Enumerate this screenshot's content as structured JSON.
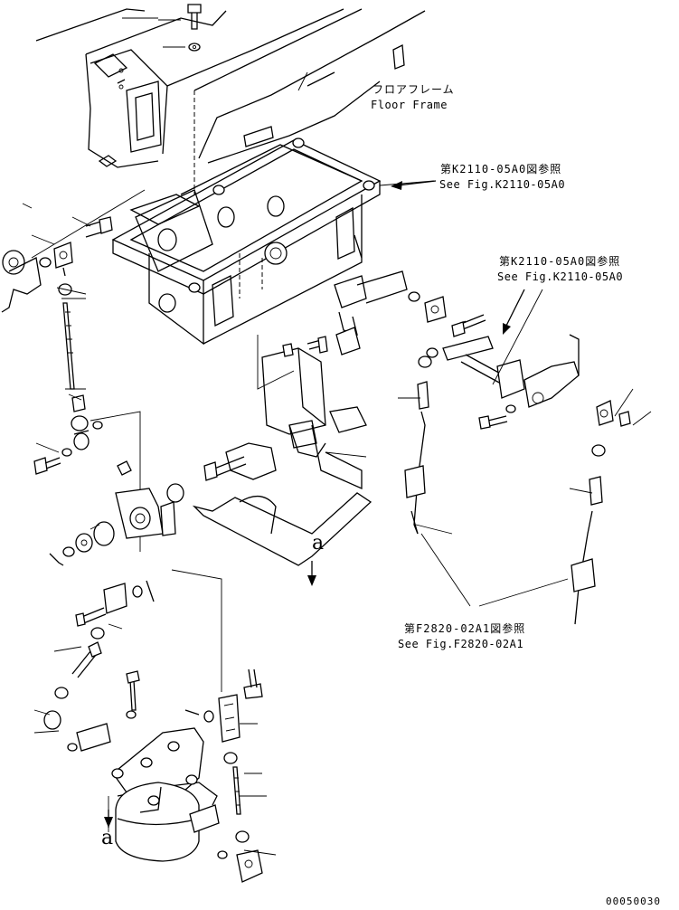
{
  "callouts": {
    "floor_frame_jp": "フロアフレーム",
    "floor_frame_en": "Floor Frame",
    "ref1_jp": "第K2110-05A0図参照",
    "ref1_en": "See Fig.K2110-05A0",
    "ref2_jp": "第K2110-05A0図参照",
    "ref2_en": "See Fig.K2110-05A0",
    "ref3_jp": "第F2820-02A1図参照",
    "ref3_en": "See Fig.F2820-02A1"
  },
  "view_markers": {
    "mid": "a",
    "bottom": "a"
  },
  "page_number": "00050030"
}
